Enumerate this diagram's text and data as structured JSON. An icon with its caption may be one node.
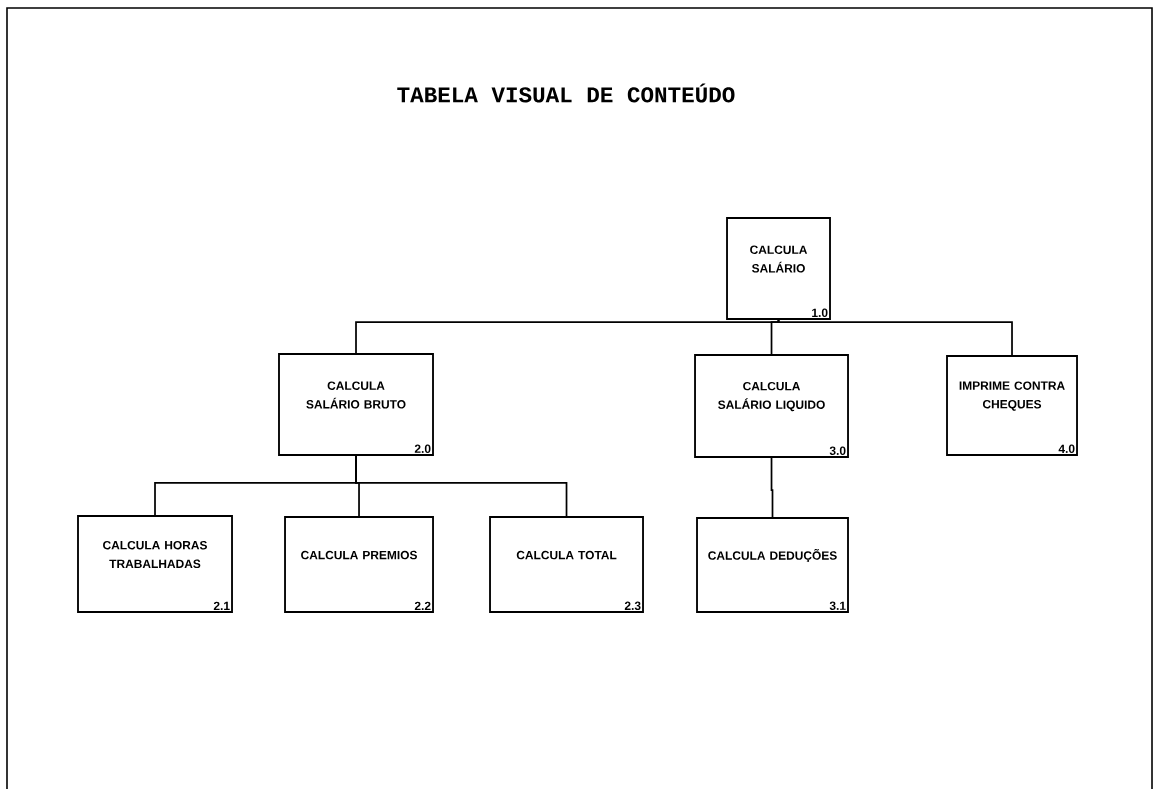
{
  "diagram": {
    "title": "TABELA VISUAL DE CONTEÚDO",
    "nodes": [
      {
        "text": [
          "CALCULA SALÁRIO",
          "1.0"
        ]
      },
      {
        "text": [
          "CALCULA SALÁRIO BRUTO",
          "2.0"
        ]
      },
      {
        "text": [
          "CALCULA SALÁRIO LIQUIDO",
          "3.0"
        ]
      },
      {
        "text": [
          "IMPRIME CONTRA CHEQUES",
          "4.0"
        ]
      },
      {
        "text": [
          "CALCULA HORAS TRABALHADAS",
          "2.1"
        ]
      },
      {
        "text": [
          "CALCULA PREMIOS",
          "2.2"
        ]
      },
      {
        "text": [
          "CALCULA TOTAL",
          "2.3"
        ]
      },
      {
        "text": [
          "CALCULA DEDUÇÕES",
          "3.1"
        ]
      }
    ],
    "edges": [
      {
        "from": 0,
        "to": 1,
        "arrow": "none"
      },
      {
        "from": 0,
        "to": 2,
        "arrow": "none"
      },
      {
        "from": 0,
        "to": 3,
        "arrow": "none"
      },
      {
        "from": 1,
        "to": 4,
        "arrow": "none"
      },
      {
        "from": 1,
        "to": 5,
        "arrow": "none"
      },
      {
        "from": 1,
        "to": 6,
        "arrow": "none"
      },
      {
        "from": 2,
        "to": 7,
        "arrow": "none"
      }
    ]
  }
}
